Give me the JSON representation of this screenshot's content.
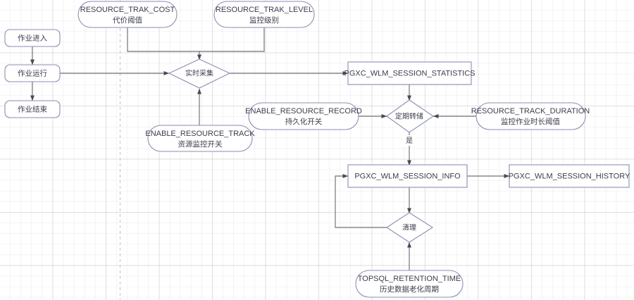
{
  "diagram": {
    "type": "flowchart",
    "title": "Resource tracking and session statistics flow",
    "nodes": [
      {
        "id": "job_enter",
        "shape": "rounded-rect",
        "line1": "作业进入",
        "line2": ""
      },
      {
        "id": "job_running",
        "shape": "rounded-rect",
        "line1": "作业运行",
        "line2": ""
      },
      {
        "id": "job_end",
        "shape": "rounded-rect",
        "line1": "作业结束",
        "line2": ""
      },
      {
        "id": "trak_cost",
        "shape": "stadium",
        "line1": "RESOURCE_TRAK_COST",
        "line2": "代价阈值"
      },
      {
        "id": "trak_level",
        "shape": "stadium",
        "line1": "RESOURCE_TRAK_LEVEL",
        "line2": "监控级别"
      },
      {
        "id": "realtime",
        "shape": "diamond",
        "line1": "实时采集",
        "line2": ""
      },
      {
        "id": "res_track",
        "shape": "stadium",
        "line1": "ENABLE_RESOURCE_TRACK",
        "line2": "资源监控开关"
      },
      {
        "id": "res_record",
        "shape": "stadium",
        "line1": "ENABLE_RESOURCE_RECORD",
        "line2": "持久化开关"
      },
      {
        "id": "stats",
        "shape": "rect",
        "line1": "PGXC_WLM_SESSION_STATISTICS",
        "line2": ""
      },
      {
        "id": "dump",
        "shape": "diamond",
        "line1": "定期转储",
        "line2": ""
      },
      {
        "id": "duration",
        "shape": "stadium",
        "line1": "RESOURCE_TRACK_DURATION",
        "line2": "监控作业时长阈值"
      },
      {
        "id": "info",
        "shape": "rect",
        "line1": "PGXC_WLM_SESSION_INFO",
        "line2": ""
      },
      {
        "id": "history",
        "shape": "rect",
        "line1": "PGXC_WLM_SESSION_HISTORY",
        "line2": ""
      },
      {
        "id": "cleanup",
        "shape": "diamond",
        "line1": "清理",
        "line2": ""
      },
      {
        "id": "retention",
        "shape": "stadium",
        "line1": "TOPSQL_RETENTION_TIME",
        "line2": "历史数据老化周期"
      }
    ],
    "edges": [
      {
        "from": "job_enter",
        "to": "job_running",
        "label": ""
      },
      {
        "from": "job_running",
        "to": "job_end",
        "label": ""
      },
      {
        "from": "job_running",
        "to": "realtime",
        "label": ""
      },
      {
        "from": "trak_cost",
        "to": "realtime",
        "label": ""
      },
      {
        "from": "trak_level",
        "to": "realtime",
        "label": ""
      },
      {
        "from": "res_track",
        "to": "realtime",
        "label": ""
      },
      {
        "from": "realtime",
        "to": "stats",
        "label": ""
      },
      {
        "from": "stats",
        "to": "dump",
        "label": ""
      },
      {
        "from": "res_record",
        "to": "dump",
        "label": ""
      },
      {
        "from": "duration",
        "to": "dump",
        "label": ""
      },
      {
        "from": "dump",
        "to": "info",
        "label": "是"
      },
      {
        "from": "info",
        "to": "history",
        "label": ""
      },
      {
        "from": "info",
        "to": "cleanup",
        "label": ""
      },
      {
        "from": "cleanup",
        "to": "info",
        "label": ""
      },
      {
        "from": "retention",
        "to": "cleanup",
        "label": ""
      }
    ],
    "edge_labels": {
      "dump_yes": "是"
    },
    "colors": {
      "node_stroke": "#8a8fb3",
      "node_fill": "#ffffff",
      "edge_stroke": "#6f6f7a",
      "text": "#3d3d4e",
      "grid_minor": "#f0f0f0",
      "grid_major": "#e3e3e3",
      "page_break": "#c9c9cf",
      "canvas": "#ffffff"
    }
  }
}
